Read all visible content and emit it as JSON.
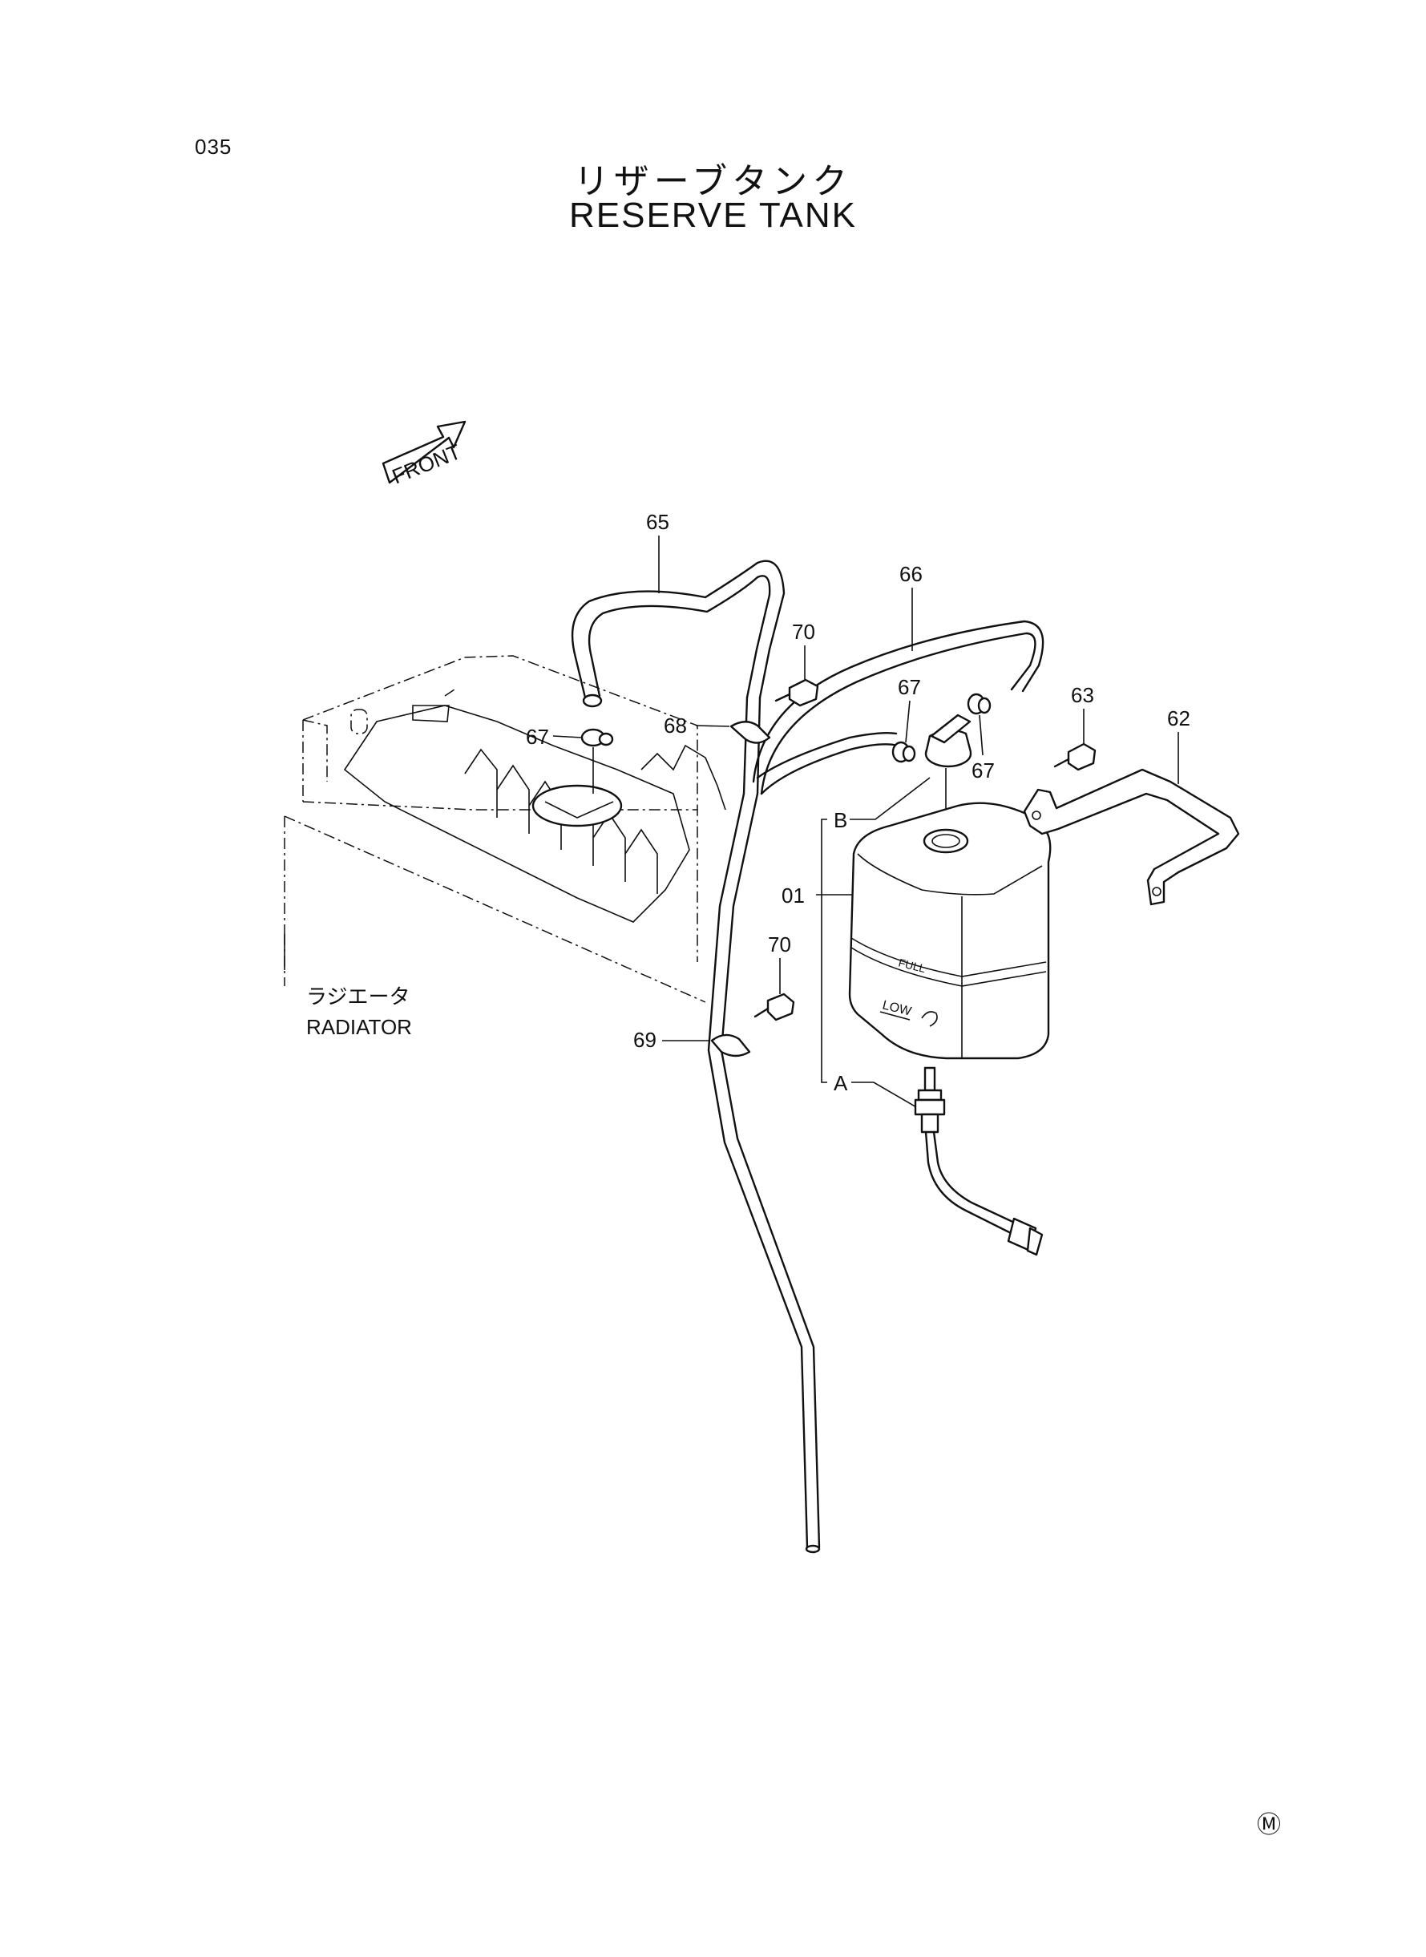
{
  "page": {
    "number": "035",
    "mark": "Ⓜ"
  },
  "title": {
    "ja": "リザーブタンク",
    "en": "RESERVE TANK"
  },
  "front_marker": {
    "label": "FRONT"
  },
  "radiator": {
    "label_ja": "ラジエータ",
    "label_en": "RADIATOR"
  },
  "callouts": {
    "p65": "65",
    "p66": "66",
    "p70a": "70",
    "p70b": "70",
    "p67a": "67",
    "p67b": "67",
    "p67c": "67",
    "p68": "68",
    "p69": "69",
    "p63": "63",
    "p62": "62",
    "p01": "01",
    "refB": "B",
    "refA": "A"
  },
  "tank_marks": {
    "full": "FULL",
    "low": "LOW"
  }
}
